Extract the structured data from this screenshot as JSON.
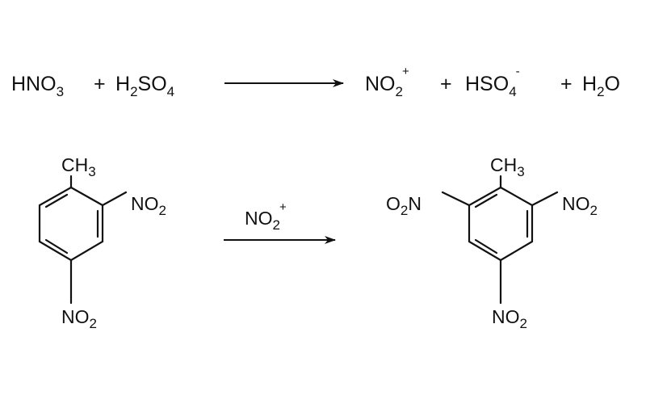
{
  "equation1": {
    "reactant1": {
      "base1": "HNO",
      "sub1": "3"
    },
    "plus1": "+",
    "reactant2": {
      "base1": "H",
      "sub1": "2",
      "base2": "SO",
      "sub2": "4"
    },
    "product1": {
      "base1": "NO",
      "sub1": "2",
      "sup1": "+"
    },
    "plus2": "+",
    "product2": {
      "base1": "HSO",
      "sub1": "4",
      "sup1": "-"
    },
    "plus3": "+",
    "product3": {
      "base1": "H",
      "sub1": "2",
      "base2": "O"
    }
  },
  "equation2": {
    "reagent": {
      "base1": "NO",
      "sub1": "2",
      "sup1": "+"
    },
    "dnt": {
      "methyl": {
        "base1": "CH",
        "sub1": "3"
      },
      "nitro_2": {
        "base1": "NO",
        "sub1": "2"
      },
      "nitro_4": {
        "base1": "NO",
        "sub1": "2"
      }
    },
    "tnt": {
      "methyl": {
        "base1": "CH",
        "sub1": "3"
      },
      "nitro_left": {
        "base1": "O",
        "sub1": "2",
        "base2": "N"
      },
      "nitro_right": {
        "base1": "NO",
        "sub1": "2"
      },
      "nitro_bottom": {
        "base1": "NO",
        "sub1": "2"
      }
    }
  },
  "colors": {
    "ink": "#111111",
    "background": "#ffffff"
  }
}
